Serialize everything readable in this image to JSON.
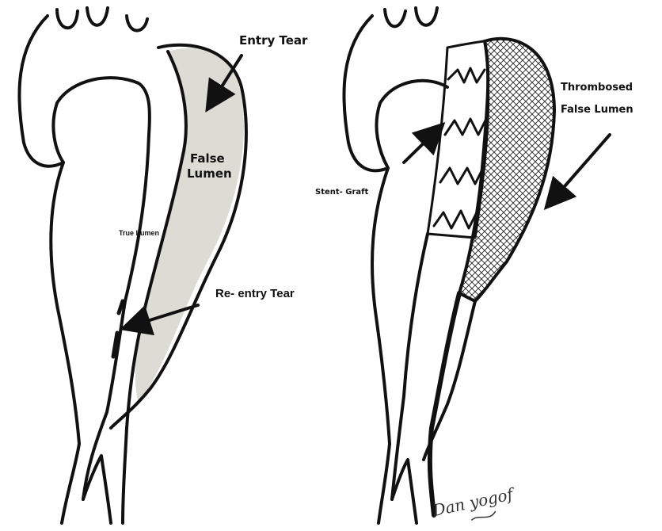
{
  "labels": {
    "entry_tear": "Entry Tear",
    "false_lumen_line1": "False",
    "false_lumen_line2": "Lumen",
    "true_lumen": "True Lumen",
    "reentry_tear": "Re- entry Tear",
    "stent_graft": "Stent- Graft",
    "thrombosed_line1": "Thrombosed",
    "thrombosed_line2": "False Lumen"
  },
  "signature_text": "Dan yogof",
  "colors": {
    "ink": "#111111",
    "false_lumen_fill": "#dcdcd4",
    "background": "#ffffff"
  }
}
